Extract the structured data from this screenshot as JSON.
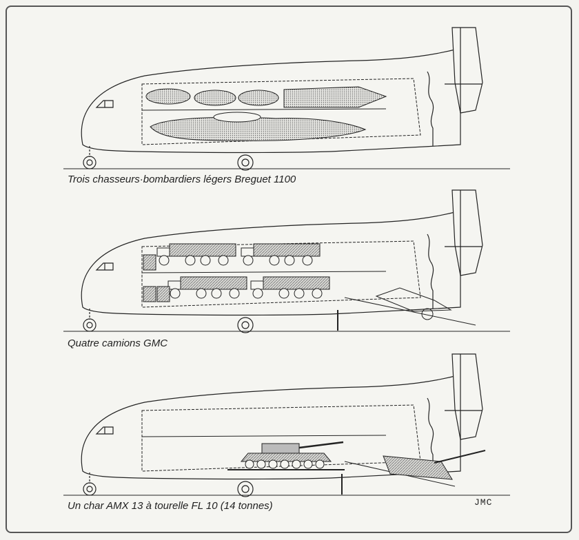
{
  "panels": [
    {
      "caption": "Trois chasseurs·bombardiers légers Breguet 1100"
    },
    {
      "caption": "Quatre camions GMC"
    },
    {
      "caption": "Un char AMX 13 à tourelle FL 10  (14 tonnes)"
    }
  ],
  "signature": "JMC",
  "colors": {
    "ink": "#222222",
    "paper": "#f5f5f1",
    "hatch": "#9a9a9a"
  }
}
